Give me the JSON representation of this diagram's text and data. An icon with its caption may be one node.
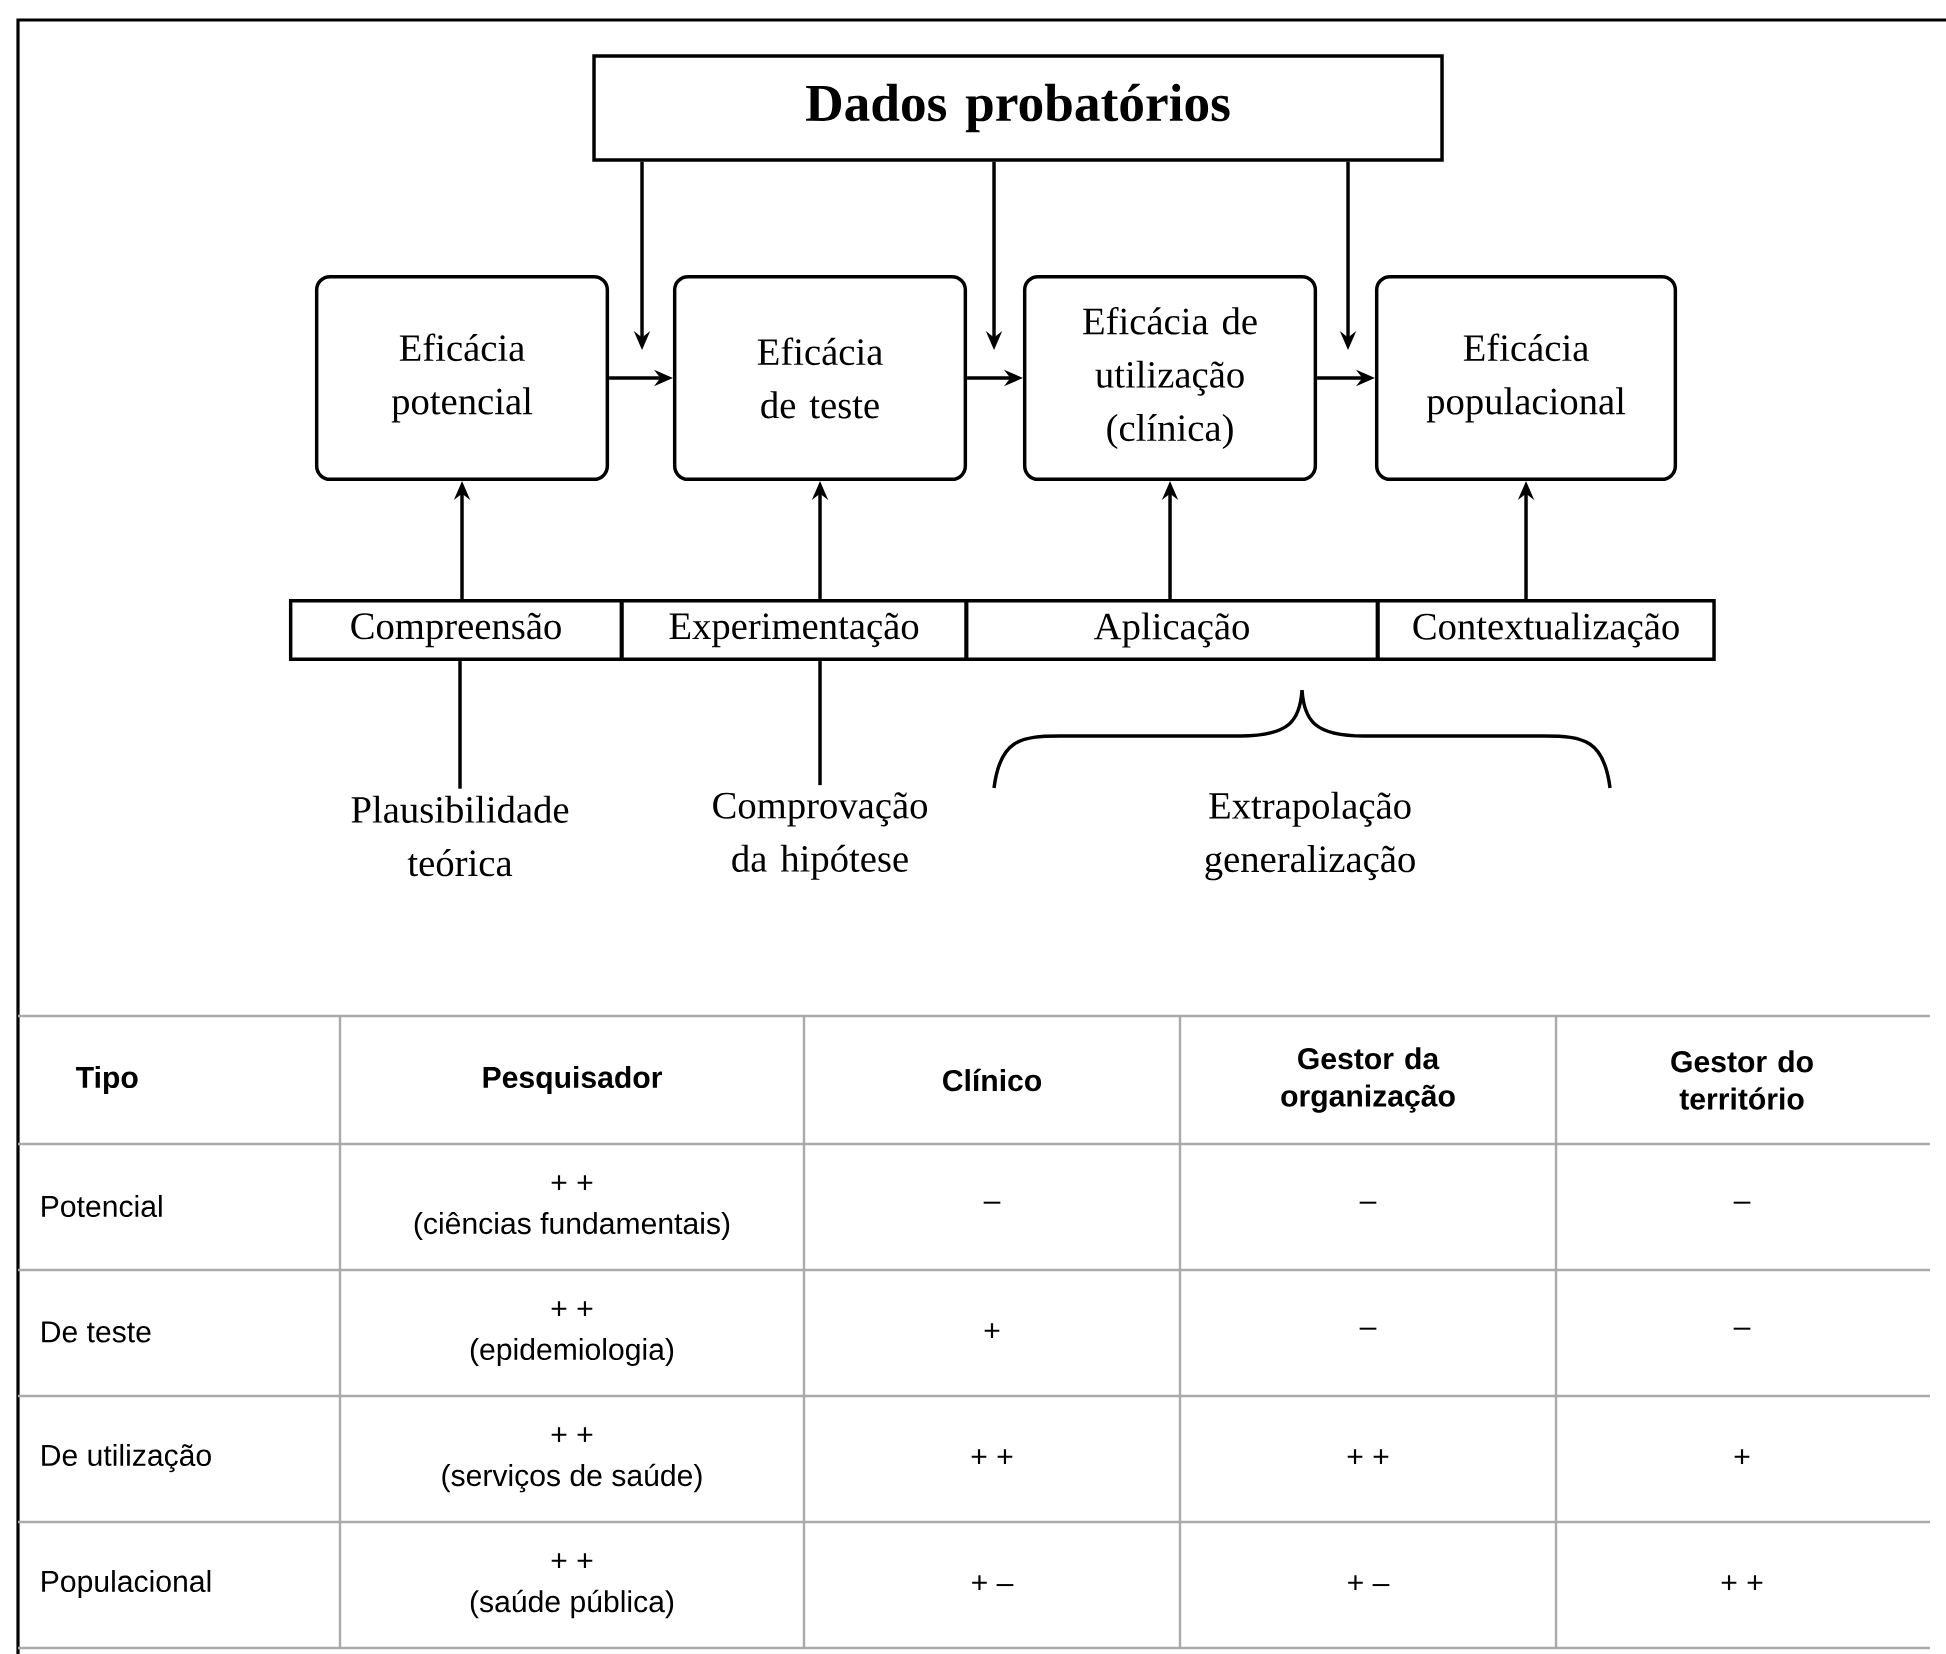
{
  "diagram": {
    "nodes": [
      {
        "text": [
          "Dados probatórios"
        ]
      },
      {
        "text": [
          "Eficácia potencial"
        ]
      },
      {
        "text": [
          "Eficácia de teste"
        ]
      },
      {
        "text": [
          "Eficácia de utilização (clínica)"
        ]
      },
      {
        "text": [
          "Eficácia populacional"
        ]
      },
      {
        "text": [
          "Compreensão"
        ]
      },
      {
        "text": [
          "Experimentação"
        ]
      },
      {
        "text": [
          "Aplicação"
        ]
      },
      {
        "text": [
          "Contextualização"
        ]
      },
      {
        "text": [
          "Plausibilidade teórica"
        ]
      },
      {
        "text": [
          "Comprovação da hipótese"
        ]
      },
      {
        "text": [
          "Extrapolação generalização"
        ]
      }
    ],
    "edges": [
      {
        "from": 0,
        "to": null,
        "arrow": "to"
      },
      {
        "from": 0,
        "to": null,
        "arrow": "to"
      },
      {
        "from": 0,
        "to": null,
        "arrow": "to"
      },
      {
        "from": 1,
        "to": 2,
        "arrow": "to"
      },
      {
        "from": 2,
        "to": 3,
        "arrow": "to"
      },
      {
        "from": 3,
        "to": 4,
        "arrow": "to"
      },
      {
        "from": 5,
        "to": 1,
        "arrow": "to"
      },
      {
        "from": 6,
        "to": 2,
        "arrow": "to"
      },
      {
        "from": 7,
        "to": 3,
        "arrow": "to"
      },
      {
        "from": 8,
        "to": 4,
        "arrow": "to"
      },
      {
        "from": 9,
        "to": 5,
        "arrow": "none"
      },
      {
        "from": 10,
        "to": 6,
        "arrow": "none"
      }
    ],
    "labels": [
      "Tipo",
      "Pesquisador",
      "Clínico",
      "Gestor da organização",
      "Gestor do território",
      "Potencial",
      "+ +",
      "(ciências fundamentais)",
      "–",
      "–",
      "–",
      "De teste",
      "+ +",
      "(epidemiologia)",
      "+",
      "–",
      "–",
      "De utilização",
      "+ +",
      "(serviços de saúde)",
      "+ +",
      "+ +",
      "+",
      "Populacional",
      "+ +",
      "(saúde pública)",
      "+ –",
      "+ –",
      "+ +"
    ]
  }
}
